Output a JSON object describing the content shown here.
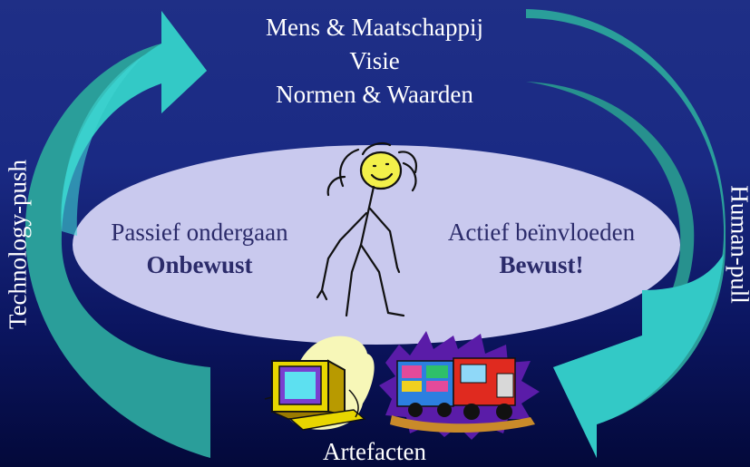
{
  "top": {
    "line1": "Mens & Maatschappij",
    "line2": "Visie",
    "line3": "Normen & Waarden"
  },
  "left_inner": {
    "line1": "Passief ondergaan",
    "line2": "Onbewust"
  },
  "right_inner": {
    "line1": "Actief beïnvloeden",
    "line2": "Bewust!"
  },
  "bottom": "Artefacten",
  "left_vertical": "Technology-push",
  "right_vertical": "Human-pull",
  "colors": {
    "background_top": "#1f2f86",
    "background_bottom": "#03093a",
    "ellipse": "#c9c9ee",
    "arrow_light": "#33c9c6",
    "arrow_dark": "#2a9e9a",
    "text": "#ffffff",
    "inner_text": "#2b2b6a"
  }
}
